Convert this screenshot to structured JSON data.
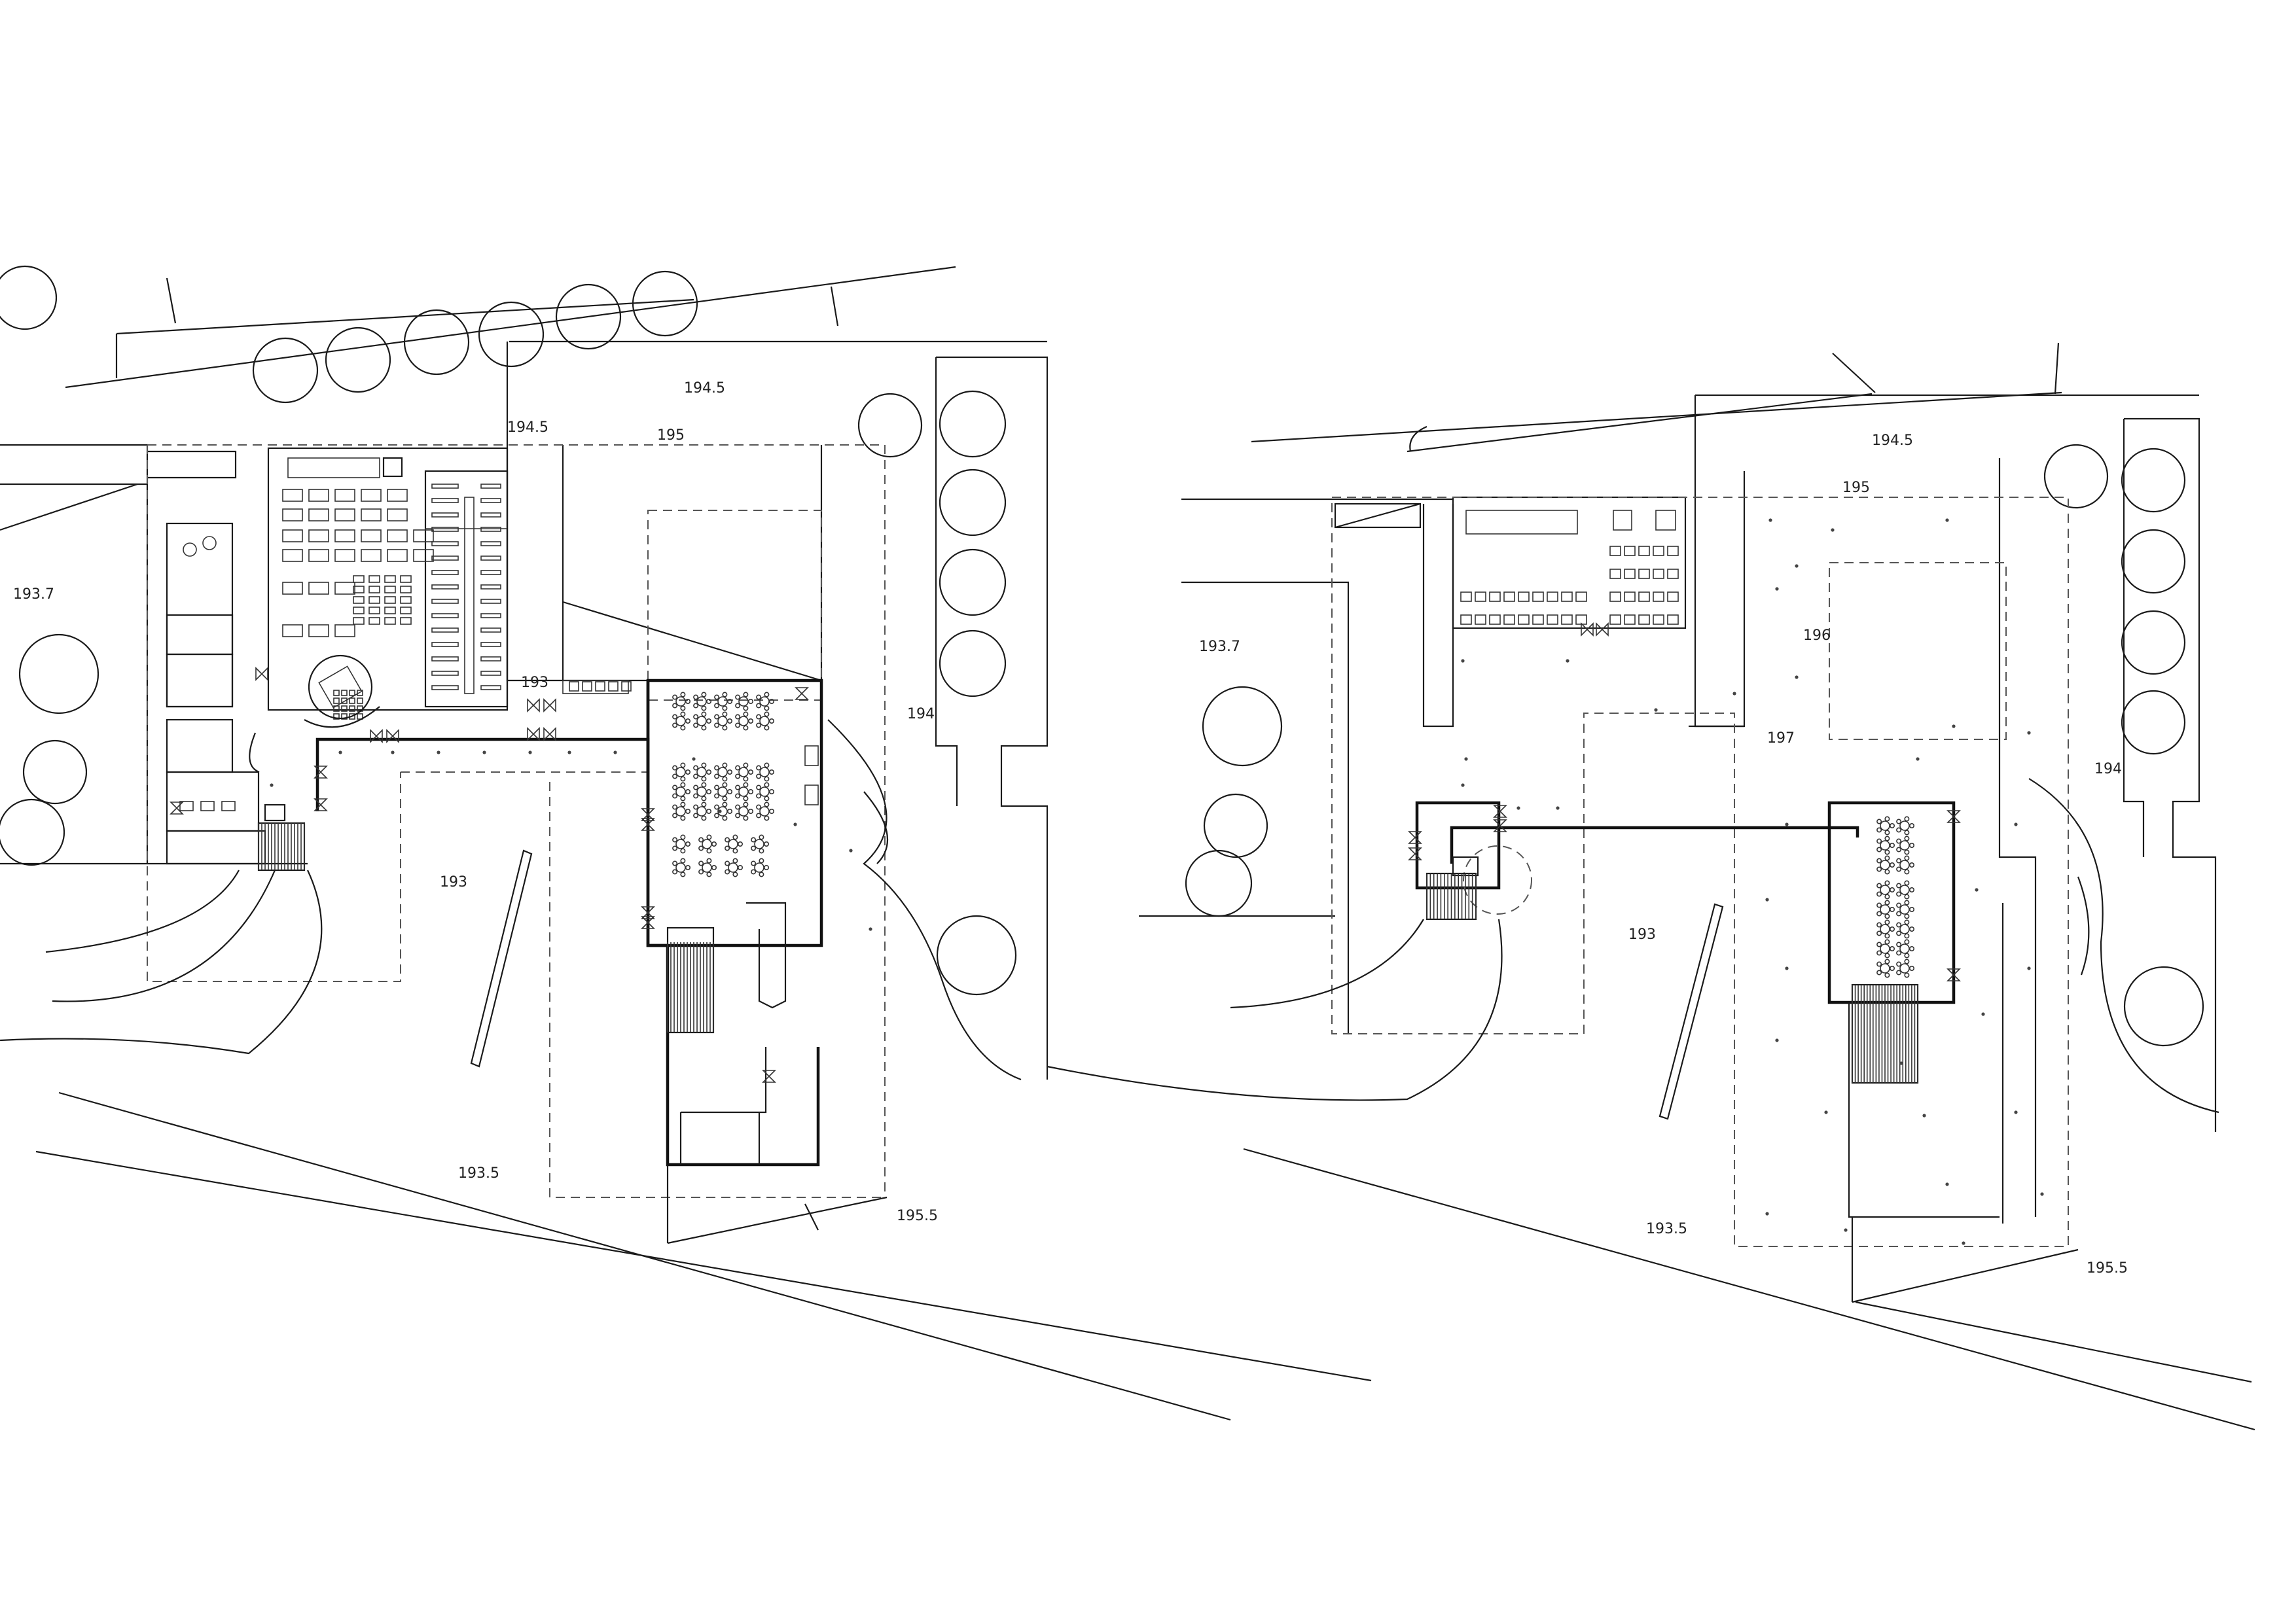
{
  "left_plan": {
    "elevations": {
      "e1": "194.5",
      "e2": "194.5",
      "e3": "195",
      "e4": "193.7",
      "e5": "193",
      "e6": "194",
      "e7": "193",
      "e8": "193.5",
      "e9": "195.5"
    }
  },
  "right_plan": {
    "elevations": {
      "e1": "194.5",
      "e2": "195",
      "e3": "193.7",
      "e4": "196",
      "e5": "197",
      "e6": "194",
      "e7": "193",
      "e8": "193.5",
      "e9": "195.5"
    }
  }
}
